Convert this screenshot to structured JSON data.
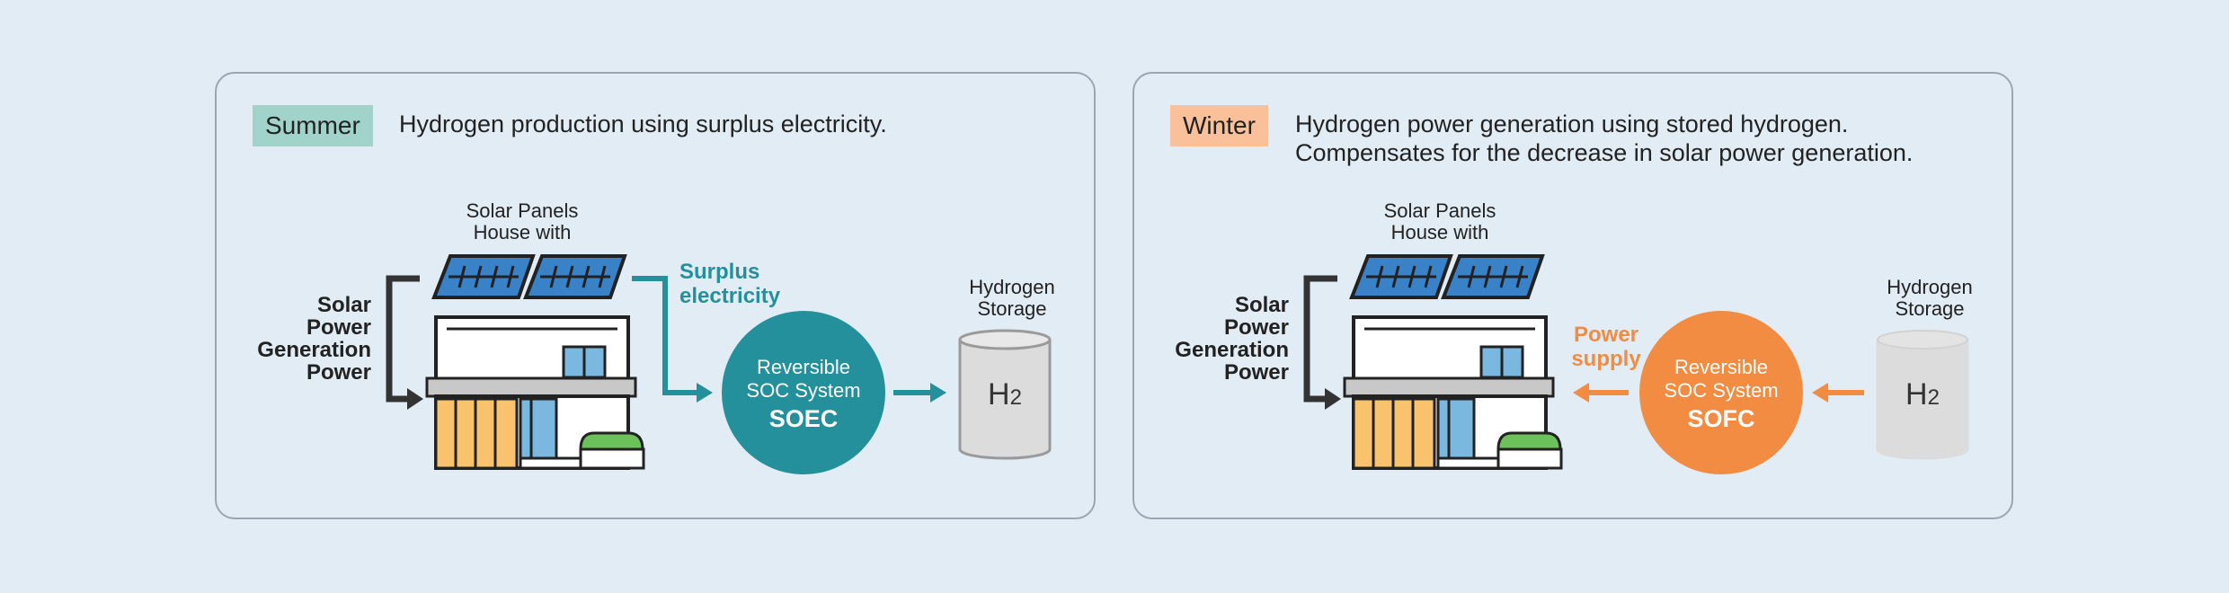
{
  "summer": {
    "tag": "Summer",
    "description": [
      "Hydrogen production using surplus electricity."
    ],
    "house_label": [
      "Solar Panels",
      "House with"
    ],
    "generation_label": [
      "Solar",
      "Power",
      "Generation",
      "Power"
    ],
    "flow_label": [
      "Surplus",
      "electricity"
    ],
    "storage_label": [
      "Hydrogen",
      "Storage"
    ],
    "system_label": [
      "Reversible",
      "SOC System"
    ],
    "system_mode": "SOEC",
    "tank_symbol": "H",
    "tank_subscript": "2",
    "accent_color": "#23909c",
    "tag_color": "#a2d3cb"
  },
  "winter": {
    "tag": "Winter",
    "description": [
      "Hydrogen power generation using stored hydrogen.",
      "Compensates for the decrease in solar power generation."
    ],
    "house_label": [
      "Solar Panels",
      "House with"
    ],
    "generation_label": [
      "Solar",
      "Power",
      "Generation",
      "Power"
    ],
    "flow_label": [
      "Power",
      "supply"
    ],
    "storage_label": [
      "Hydrogen",
      "Storage"
    ],
    "system_label": [
      "Reversible",
      "SOC System"
    ],
    "system_mode": "SOFC",
    "tank_symbol": "H",
    "tank_subscript": "2",
    "accent_color": "#f18c42",
    "tag_color": "#f9c09a"
  }
}
